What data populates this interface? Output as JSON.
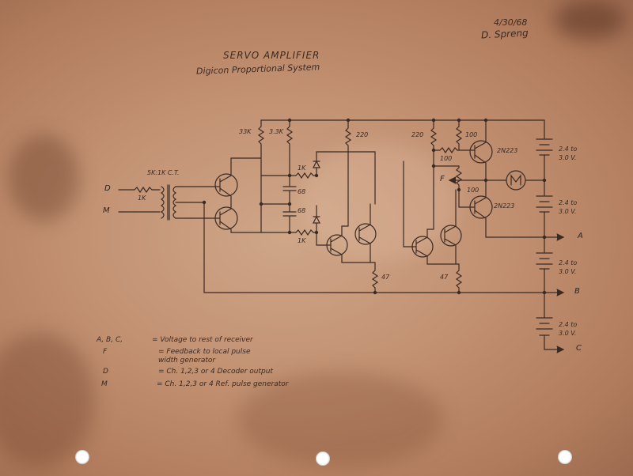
{
  "header": {
    "title": "SERVO AMPLIFIER",
    "subtitle": "Digicon Proportional System",
    "date": "4/30/68",
    "author": "D. Spreng"
  },
  "labels": {
    "transformer": "5K:1K C.T.",
    "r_in": "1K",
    "r33a": "33K",
    "r33b": "3.3K",
    "r220a": "220",
    "r220b": "220",
    "r1k_top": "1K",
    "r1k_bot": "1K",
    "r100_top": "100",
    "r100_mid": "100",
    "r100_right": "100",
    "c68a": "68",
    "c68b": "68",
    "q_top": "2N223",
    "q_bot": "2N223",
    "r47a": "47",
    "r47b": "47",
    "bat1_a": "2.4 to",
    "bat1_b": "3.0 V.",
    "bat2_a": "2.4 to",
    "bat2_b": "3.0 V.",
    "bat3_a": "2.4 to",
    "bat3_b": "3.0 V.",
    "bat4_a": "2.4 to",
    "bat4_b": "3.0 V."
  },
  "terminals": {
    "d": "D",
    "m": "M",
    "f": "F",
    "a": "A",
    "b": "B",
    "c": "C"
  },
  "legend": [
    {
      "key": "A, B, C,",
      "value": "= Voltage to rest of receiver"
    },
    {
      "key": "F",
      "value": "= Feedback to local pulse"
    },
    {
      "key": "",
      "value": "width generator"
    },
    {
      "key": "D",
      "value": "= Ch. 1,2,3 or 4 Decoder output"
    },
    {
      "key": "M",
      "value": "= Ch. 1,2,3 or 4 Ref. pulse generator"
    }
  ],
  "colors": {
    "ink": "#3a2a24",
    "paper": "#c19071"
  }
}
